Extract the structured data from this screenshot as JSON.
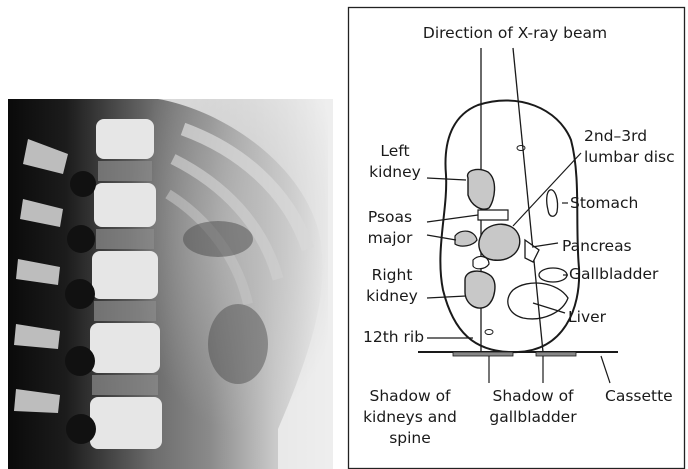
{
  "diagram": {
    "beam_title": "Direction of X-ray beam",
    "labels": {
      "left_kidney": [
        "Left",
        "kidney"
      ],
      "psoas_major": [
        "Psoas",
        "major"
      ],
      "right_kidney": [
        "Right",
        "kidney"
      ],
      "twelfth_rib": "12th rib",
      "lumbar_disc": [
        "2nd–3rd",
        "lumbar disc"
      ],
      "stomach": "Stomach",
      "pancreas": "Pancreas",
      "gallbladder": "Gallbladder",
      "liver": "Liver",
      "shadow_kidneys_spine": [
        "Shadow of",
        "kidneys and",
        "spine"
      ],
      "shadow_gallbladder": [
        "Shadow of",
        "gallbladder"
      ],
      "cassette": "Cassette"
    }
  }
}
